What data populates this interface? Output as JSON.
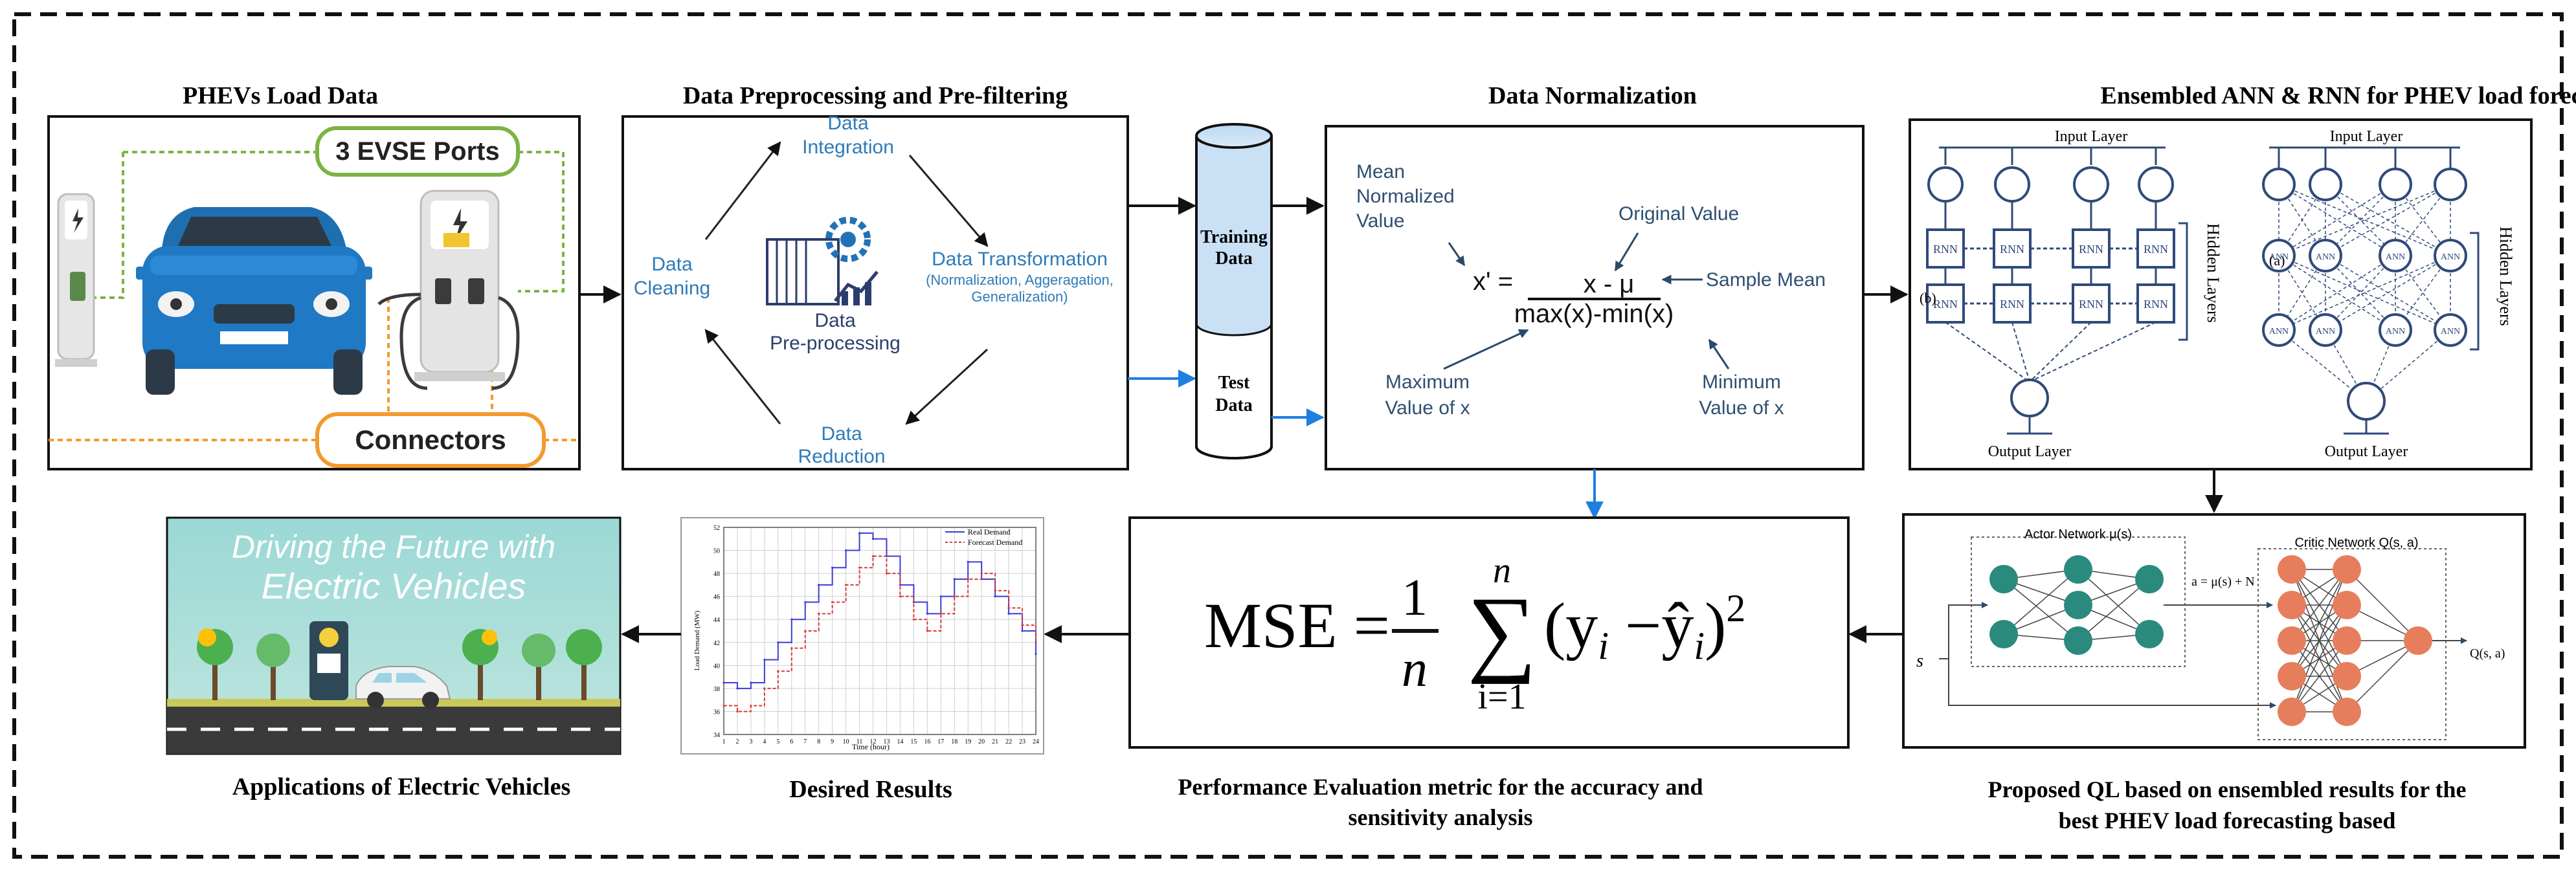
{
  "panels": {
    "phev_load": {
      "title": "PHEVs Load Data",
      "evse_label": "3 EVSE Ports",
      "connector_label": "Connectors"
    },
    "preprocessing": {
      "title": "Data Preprocessing and Pre-filtering",
      "center_line1": "Data",
      "center_line2": "Pre-processing",
      "steps": {
        "integration_l1": "Data",
        "integration_l2": "Integration",
        "transformation_l1": "Data Transformation",
        "transformation_l2": "(Normalization, Aggeragation,",
        "transformation_l3": "Generalization)",
        "reduction_l1": "Data",
        "reduction_l2": "Reduction",
        "cleaning_l1": "Data",
        "cleaning_l2": "Cleaning"
      }
    },
    "storage": {
      "training_l1": "Training",
      "training_l2": "Data",
      "test_l1": "Test",
      "test_l2": "Data"
    },
    "normalization": {
      "title": "Data Normalization",
      "mean_l1": "Mean",
      "mean_l2": "Normalized",
      "mean_l3": "Value",
      "original": "Original Value",
      "sample_mean": "Sample Mean",
      "lhs": "x' =",
      "numerator": "x - μ",
      "denominator": "max(x)-min(x)",
      "max_l1": "Maximum",
      "max_l2": "Value of x",
      "min_l1": "Minimum",
      "min_l2": "Value of x"
    },
    "ensemble": {
      "title": "Ensembled ANN & RNN for PHEV load forecasting",
      "rnn_input": "Input Layer",
      "rnn_output": "Output Layer",
      "rnn_hidden": "Hidden Layers",
      "rnn_tag": "(b)",
      "rnn_cell": "RNN",
      "ann_input": "Input Layer",
      "ann_output": "Output Layer",
      "ann_hidden": "Hidden Layers",
      "ann_tag": "(a)",
      "ann_cell": "ANN"
    },
    "ql": {
      "caption_l1": "Proposed QL based on ensembled results  for the",
      "caption_l2": "best PHEV load forecasting based",
      "actor": "Actor Network  μ(s)",
      "critic": "Critic Network  Q(s, a)",
      "action": "a = μ(s) + N",
      "state": "s",
      "output": "Q(s, a)"
    },
    "mse": {
      "caption_l1": "Performance Evaluation metric  for the accuracy and",
      "caption_l2": "sensitivity analysis",
      "lhs": "MSE =",
      "frac_num": "1",
      "frac_den": "n",
      "sum_top": "n",
      "sum_bottom": "i=1",
      "term_open": "(y",
      "term_i1": "i",
      "term_minus": " −ŷ",
      "term_i2": "i",
      "term_close": ")",
      "term_exp": "2"
    },
    "results": {
      "caption": "Desired Results",
      "legend_real": "Real Demand",
      "legend_forecast": "Forecast Demand",
      "x_label": "Time (hour)",
      "y_label": "Load Demand (MW)"
    },
    "applications": {
      "caption": "Applications of Electric Vehicles",
      "banner_l1": "Driving the Future with",
      "banner_l2": "Electric Vehicles"
    }
  },
  "chart_data": {
    "type": "line",
    "x": [
      1,
      2,
      3,
      4,
      5,
      6,
      7,
      8,
      9,
      10,
      11,
      12,
      13,
      14,
      15,
      16,
      17,
      18,
      19,
      20,
      21,
      22,
      23,
      24
    ],
    "x_ticks": [
      "1",
      "2",
      "3",
      "4",
      "5",
      "6",
      "7",
      "8",
      "9",
      "10",
      "11",
      "12",
      "13",
      "14",
      "15",
      "16",
      "17",
      "18",
      "19",
      "20",
      "21",
      "22",
      "23",
      "24"
    ],
    "y_ticks": [
      "34",
      "36",
      "38",
      "40",
      "42",
      "44",
      "46",
      "48",
      "50",
      "52"
    ],
    "ylim": [
      34,
      52
    ],
    "series": [
      {
        "name": "Real Demand",
        "color": "#3b3bd6",
        "values": [
          38.5,
          38,
          38.5,
          40.5,
          42,
          44,
          45.5,
          47,
          48.5,
          50,
          51.5,
          51,
          49.5,
          47,
          45.5,
          44.5,
          46,
          47.5,
          49,
          47.5,
          46,
          44.5,
          43,
          41
        ]
      },
      {
        "name": "Forecast Demand",
        "color": "#d63b3b",
        "values": [
          36.5,
          36,
          36.5,
          38,
          39.5,
          41.5,
          43,
          44.5,
          45.5,
          47,
          48.5,
          49.5,
          48,
          46,
          44,
          43,
          44.5,
          46,
          47.5,
          48,
          46.5,
          45,
          43.5,
          42
        ]
      }
    ],
    "xlabel": "Time (hour)",
    "ylabel": "Load Demand (MW)",
    "grid": true,
    "legend": "top-right"
  }
}
